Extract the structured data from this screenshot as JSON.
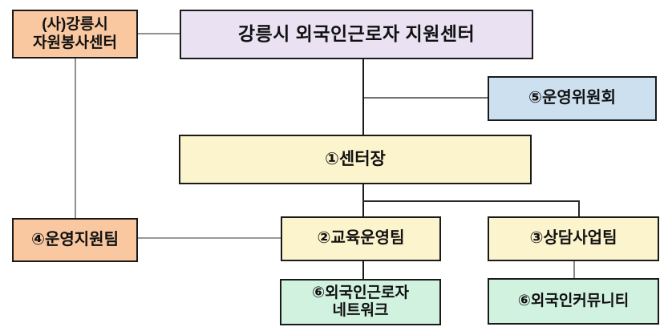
{
  "diagram": {
    "type": "org-chart",
    "nodes": {
      "volunteer_center": {
        "label": "(사)강릉시\n자원봉사센터",
        "fill": "#fac8a0"
      },
      "main_title": {
        "label": "강릉시 외국인근로자 지원센터",
        "fill": "#eae2f2"
      },
      "steering_committee": {
        "label": "⑤운영위원회",
        "fill": "#cde0f0"
      },
      "center_director": {
        "label": "①센터장",
        "fill": "#fcf4cc"
      },
      "operation_support_team": {
        "label": "④운영지원팀",
        "fill": "#fac8a0"
      },
      "education_operation_team": {
        "label": "②교육운영팀",
        "fill": "#fcf4cc"
      },
      "counseling_business_team": {
        "label": "③상담사업팀",
        "fill": "#fcf4cc"
      },
      "foreign_worker_network": {
        "label": "⑥외국인근로자\n네트워크",
        "fill": "#d2f2e0"
      },
      "foreign_community": {
        "label": "⑥외국인커뮤니티",
        "fill": "#d2f2e0"
      }
    },
    "edges": [
      {
        "from": "volunteer_center",
        "to": "main_title"
      },
      {
        "from": "volunteer_center",
        "to": "operation_support_team"
      },
      {
        "from": "main_title",
        "to": "center_director"
      },
      {
        "from": "main_title",
        "to": "steering_committee"
      },
      {
        "from": "center_director",
        "to": "education_operation_team"
      },
      {
        "from": "center_director",
        "to": "counseling_business_team"
      },
      {
        "from": "operation_support_team",
        "to": "education_operation_team"
      },
      {
        "from": "education_operation_team",
        "to": "foreign_worker_network"
      },
      {
        "from": "counseling_business_team",
        "to": "foreign_community"
      }
    ],
    "palette": {
      "node_border": "#1a1a1a",
      "text": "#111111",
      "line_gray": "#909090",
      "line_black": "#1a1a1a",
      "background": "#ffffff"
    }
  }
}
